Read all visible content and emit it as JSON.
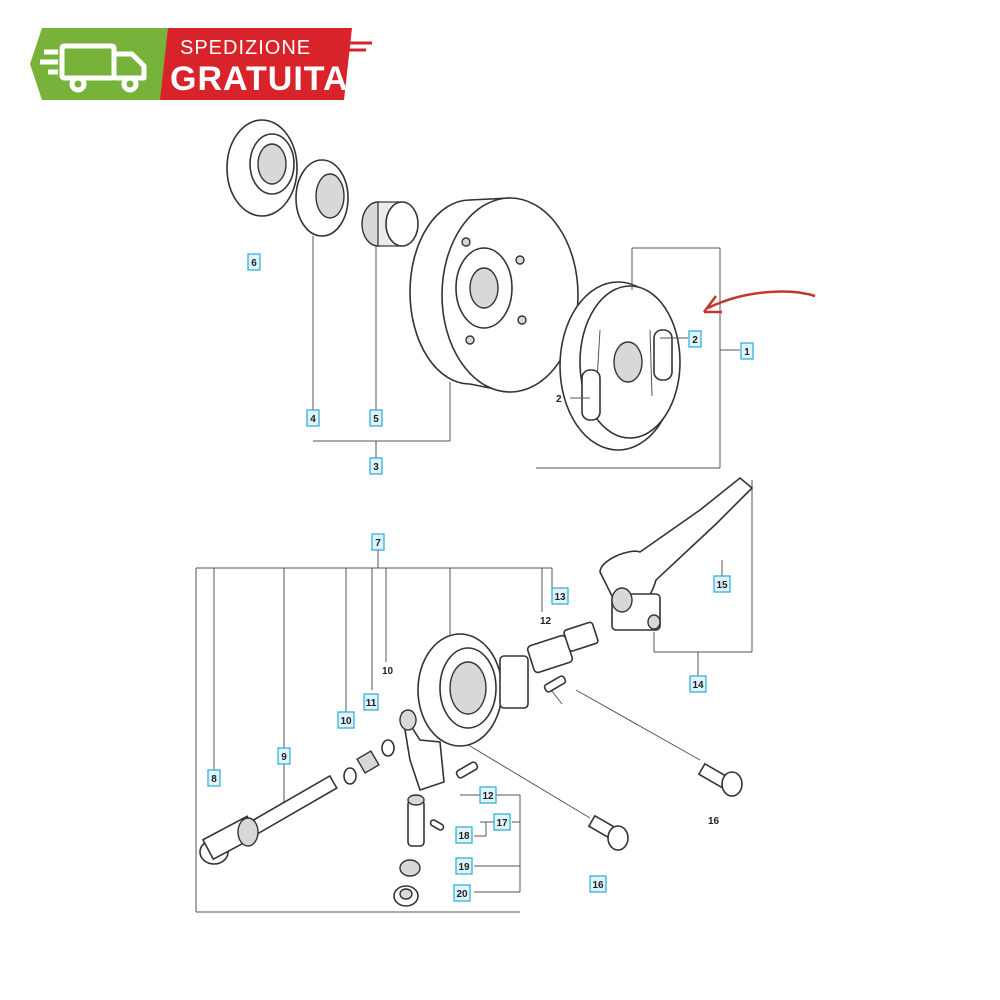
{
  "badge": {
    "line1": "SPEDIZIONE",
    "line2": "GRATUITA",
    "icon": "delivery-truck-icon",
    "colors": {
      "green": "#77b33b",
      "red": "#d9232a"
    }
  },
  "arrow_color": "#c0392b",
  "labels": {
    "l6": "6",
    "l4": "4",
    "l5": "5",
    "l3": "3",
    "l2a": "2",
    "l2b": "2",
    "l1": "1",
    "l7": "7",
    "l13": "13",
    "l12a": "12",
    "l15": "15",
    "l14": "14",
    "l10a": "10",
    "l11": "11",
    "l10b": "10",
    "l8": "8",
    "l9": "9",
    "l12b": "12",
    "l17": "17",
    "l18": "18",
    "l19": "19",
    "l20": "20",
    "l16a": "16",
    "l16b": "16"
  }
}
